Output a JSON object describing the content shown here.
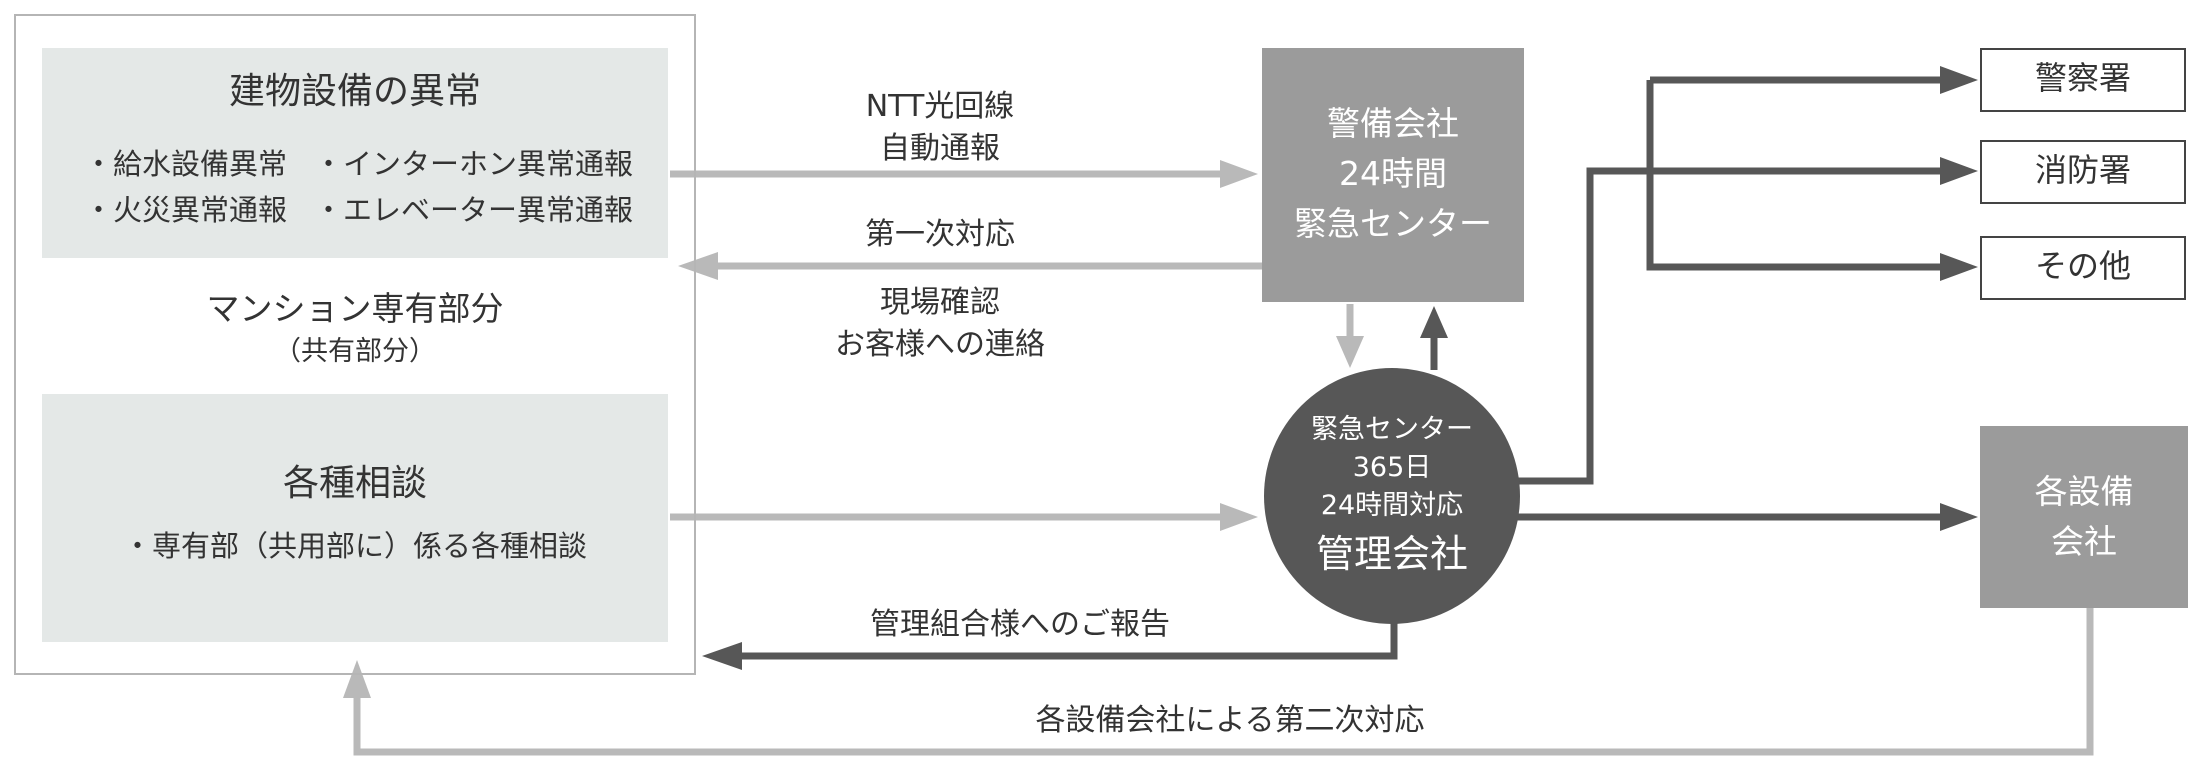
{
  "left_panel": {
    "anomaly": {
      "title": "建物設備の異常",
      "items": [
        "・給水設備異常",
        "・インターホン異常通報",
        "・火災異常通報",
        "・エレベーター異常通報"
      ]
    },
    "mansion_label": "マンション専有部分",
    "mansion_sub": "（共有部分）",
    "consult": {
      "title": "各種相談",
      "item": "・専有部（共用部に）係る各種相談"
    }
  },
  "security_company": {
    "lines": [
      "警備会社",
      "24時間",
      "緊急センター"
    ]
  },
  "management_company": {
    "lines": [
      "緊急センター",
      "365日",
      "24時間対応"
    ],
    "name": "管理会社"
  },
  "destinations": [
    "警察署",
    "消防署",
    "その他"
  ],
  "equipment_company": {
    "lines": [
      "各設備",
      "会社"
    ]
  },
  "flow_labels": {
    "ntt_line1": "NTT光回線",
    "ntt_line2": "自動通報",
    "first_response": "第一次対応",
    "site_check_1": "現場確認",
    "site_check_2": "お客様への連絡",
    "report": "管理組合様へのご報告",
    "second_response": "各設備会社による第二次対応"
  },
  "colors": {
    "light_arrow": "#b9b9b9",
    "dark_arrow": "#575757",
    "panel_fill": "#e4e8e7",
    "gray_box": "#9b9b9b"
  }
}
